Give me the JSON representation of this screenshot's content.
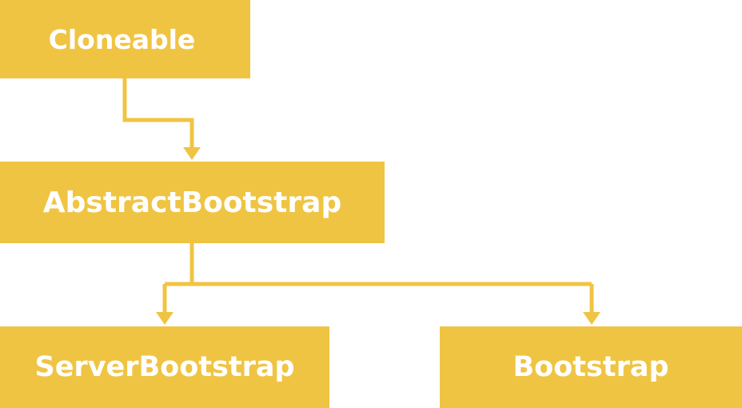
{
  "diagram": {
    "colors": {
      "box_fill": "#f0c443",
      "box_text": "#ffffff",
      "connector": "#f0c443",
      "background": "#ffffff"
    },
    "nodes": {
      "cloneable": "Cloneable",
      "abstract_bootstrap": "AbstractBootstrap",
      "server_bootstrap": "ServerBootstrap",
      "bootstrap": "Bootstrap"
    },
    "edges": [
      {
        "from": "Cloneable",
        "to": "AbstractBootstrap"
      },
      {
        "from": "AbstractBootstrap",
        "to": "ServerBootstrap"
      },
      {
        "from": "AbstractBootstrap",
        "to": "Bootstrap"
      }
    ]
  }
}
